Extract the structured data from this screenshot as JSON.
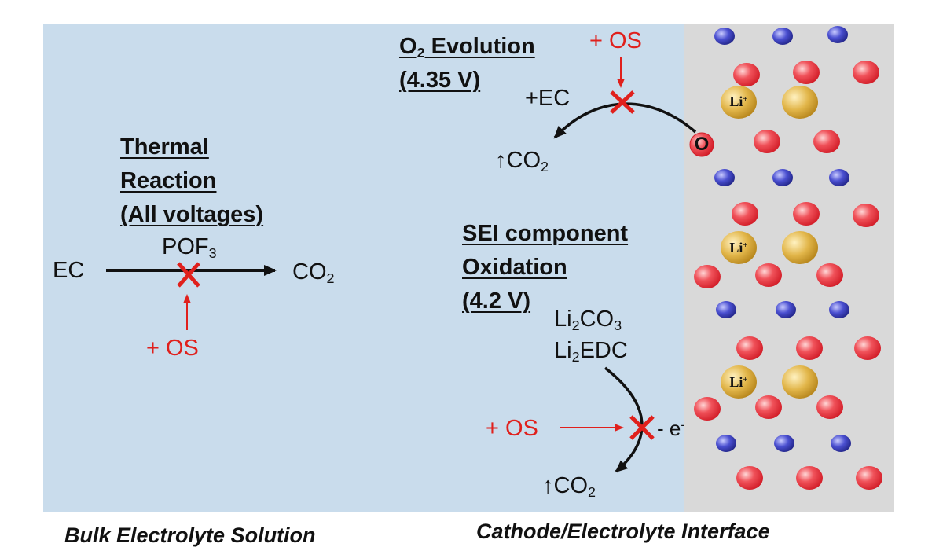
{
  "colors": {
    "solution_bg": "#c9dcec",
    "cathode_bg": "#d9d9d9",
    "os_red": "#e0201c",
    "arrow_black": "#111111",
    "oxygen_red": "#e8424a",
    "metal_blue": "#3b3fb8",
    "lithium_gold": "#d9aa3c"
  },
  "thermal": {
    "title_1": "Thermal",
    "title_2": "Reaction",
    "title_3": "(All voltages)",
    "reactant": "EC",
    "catalyst_main": "POF",
    "catalyst_sub": "3",
    "product_main": "CO",
    "product_sub": "2",
    "additive": "+ OS"
  },
  "o2": {
    "title_main": "O",
    "title_sub": "2",
    "title_rest": " Evolution",
    "voltage": "(4.35 V)",
    "additive": "+ OS",
    "reagent": "+EC",
    "product_arrow": "↑",
    "product_main": "CO",
    "product_sub": "2",
    "surface_atom": "O"
  },
  "sei": {
    "title_1": "SEI component",
    "title_2": "Oxidation",
    "voltage": "(4.2 V)",
    "species_1_a": "Li",
    "species_1_sub1": "2",
    "species_1_b": "CO",
    "species_1_sub2": "3",
    "species_2_a": "Li",
    "species_2_sub": "2",
    "species_2_b": "EDC",
    "additive": "+ OS",
    "electron_main": "- e",
    "electron_sup": "-",
    "product_arrow": "↑",
    "product_main": "CO",
    "product_sub": "2"
  },
  "lattice": {
    "li_label": "Li",
    "li_charge": "+"
  },
  "captions": {
    "left": "Bulk Electrolyte Solution",
    "right": "Cathode/Electrolyte Interface"
  }
}
